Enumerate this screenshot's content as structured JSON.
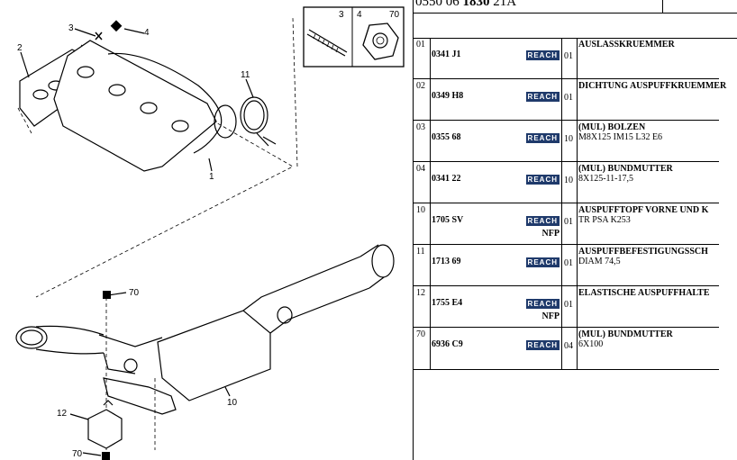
{
  "header": {
    "ref_prefix": "0550 06 ",
    "ref_bold": "1830",
    "ref_suffix": " 21A"
  },
  "callouts": {
    "n1": "1",
    "n2": "2",
    "n3": "3",
    "n4": "4",
    "n10": "10",
    "n11": "11",
    "n12": "12",
    "n70a": "70",
    "n70b": "70",
    "inset_3": "3",
    "inset_4": "4",
    "inset_70": "70"
  },
  "reach_badge": "REACH",
  "parts": [
    {
      "pos": "01",
      "ref": "0341 J1",
      "nfp": "",
      "qty": "01",
      "desc": "AUSLASSKRUEMMER",
      "desc2": ""
    },
    {
      "pos": "02",
      "ref": "0349 H8",
      "nfp": "",
      "qty": "01",
      "desc": "DICHTUNG AUSPUFFKRUEMMER",
      "desc2": ""
    },
    {
      "pos": "03",
      "ref": "0355 68",
      "nfp": "",
      "qty": "10",
      "desc": "(MUL) BOLZEN",
      "desc2": "M8X125 IM15 L32 E6"
    },
    {
      "pos": "04",
      "ref": "0341 22",
      "nfp": "",
      "qty": "10",
      "desc": "(MUL) BUNDMUTTER",
      "desc2": "8X125-11-17,5"
    },
    {
      "pos": "10",
      "ref": "1705 SV",
      "nfp": "NFP",
      "qty": "01",
      "desc": "AUSPUFFTOPF VORNE UND K",
      "desc2": "TR PSA K253"
    },
    {
      "pos": "11",
      "ref": "1713 69",
      "nfp": "",
      "qty": "01",
      "desc": "AUSPUFFBEFESTIGUNGSSCH",
      "desc2": "DIAM 74,5"
    },
    {
      "pos": "12",
      "ref": "1755 E4",
      "nfp": "NFP",
      "qty": "01",
      "desc": "ELASTISCHE AUSPUFFHALTE",
      "desc2": ""
    },
    {
      "pos": "70",
      "ref": "6936 C9",
      "nfp": "",
      "qty": "04",
      "desc": "(MUL) BUNDMUTTER",
      "desc2": "6X100"
    }
  ],
  "colors": {
    "reach_badge_bg": "#1f3a6b",
    "line": "#000000"
  }
}
